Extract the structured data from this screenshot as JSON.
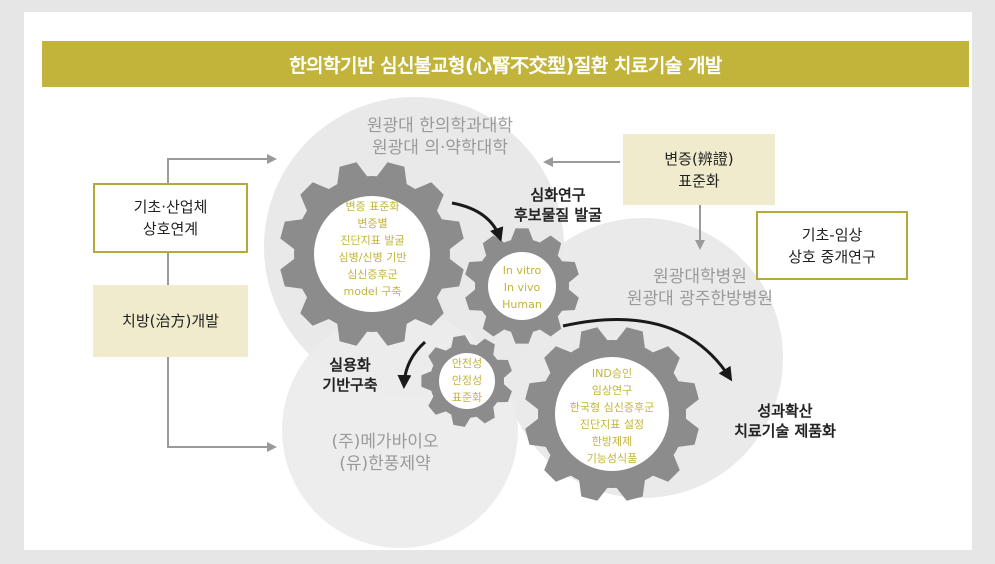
{
  "title": "한의학기반 심신불교형(心腎不交型)질환 치료기술 개발",
  "left": {
    "box1": [
      "기초·산업체",
      "상호연계"
    ],
    "box2": "치방(治方)개발"
  },
  "right": {
    "box1": [
      "변증(辨證)",
      "표준화"
    ],
    "box2": [
      "기초-임상",
      "상호 중개연구"
    ]
  },
  "circles": {
    "top": [
      "원광대 한의학과대학",
      "원광대 의·약학대학"
    ],
    "right": [
      "원광대학병원",
      "원광대 광주한방병원"
    ],
    "bottom": [
      "(주)메가바이오",
      "(유)한풍제약"
    ]
  },
  "gears": {
    "g1": [
      "변증 표준화",
      "변증별",
      "진단지표 발굴",
      "심병/신병 기반",
      "심신증후군",
      "model 구축"
    ],
    "g2": [
      "In vitro",
      "In vivo",
      "Human"
    ],
    "g3": [
      "안전성",
      "안정성",
      "표준화"
    ],
    "g4": [
      "IND승인",
      "임상연구",
      "한국형 심신증후군",
      "진단지표 설정",
      "한방제제",
      "기능성식품"
    ]
  },
  "annotations": {
    "a1": [
      "심화연구",
      "후보물질 발굴"
    ],
    "a2": [
      "실용화",
      "기반구축"
    ],
    "a3": [
      "성과확산",
      "치료기술 제품화"
    ]
  },
  "colors": {
    "accent": "#c2b43b",
    "box_fill": "#efebcc",
    "gear": "#8c8c8c",
    "circle_fill": "#e9e9e9",
    "arrow_grey": "#9a9a9a"
  }
}
